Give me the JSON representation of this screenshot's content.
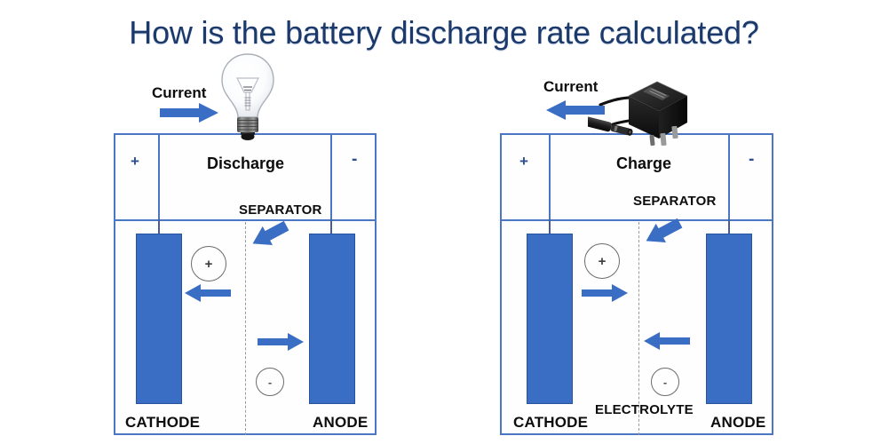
{
  "page": {
    "title": "How is the battery discharge rate calculated?",
    "background": "#ffffff",
    "title_color": "#1b3a6b"
  },
  "palette": {
    "electrode_blue": "#3a6dc4",
    "line_blue": "#4a76c4",
    "arrow_blue": "#3a6dc4",
    "label_black": "#0d0d0d",
    "separator_gray": "#9a9a9a"
  },
  "diagrams": [
    {
      "id": "discharge-cell",
      "mode_label": "Discharge",
      "current_label": "Current",
      "current_direction": "right",
      "separator_label": "SEPARATOR",
      "separator_arrow_direction": "down-left",
      "terminal_positive": "+",
      "terminal_negative": "-",
      "positive_terminal_side": "left",
      "negative_terminal_side": "right",
      "device": "light-bulb",
      "device_name": "Light bulb",
      "electrodes": [
        {
          "name": "CATHODE",
          "side": "left"
        },
        {
          "name": "ANODE",
          "side": "right"
        }
      ],
      "ions": [
        {
          "charge": "+",
          "flow_direction": "left",
          "description": "positive ions move toward cathode"
        },
        {
          "charge": "-",
          "flow_direction": "right",
          "description": "negative ions move toward anode"
        }
      ],
      "electrolyte_label": ""
    },
    {
      "id": "charge-cell",
      "mode_label": "Charge",
      "current_label": "Current",
      "current_direction": "left",
      "separator_label": "SEPARATOR",
      "separator_arrow_direction": "down-left",
      "terminal_positive": "+",
      "terminal_negative": "-",
      "positive_terminal_side": "left",
      "negative_terminal_side": "right",
      "device": "ac-charger",
      "device_name": "AC power adapter / charger",
      "electrodes": [
        {
          "name": "CATHODE",
          "side": "left"
        },
        {
          "name": "ANODE",
          "side": "right"
        }
      ],
      "ions": [
        {
          "charge": "+",
          "flow_direction": "right",
          "description": "positive ions move toward anode"
        },
        {
          "charge": "-",
          "flow_direction": "left",
          "description": "negative ions move toward cathode"
        }
      ],
      "electrolyte_label": "ELECTROLYTE"
    }
  ]
}
